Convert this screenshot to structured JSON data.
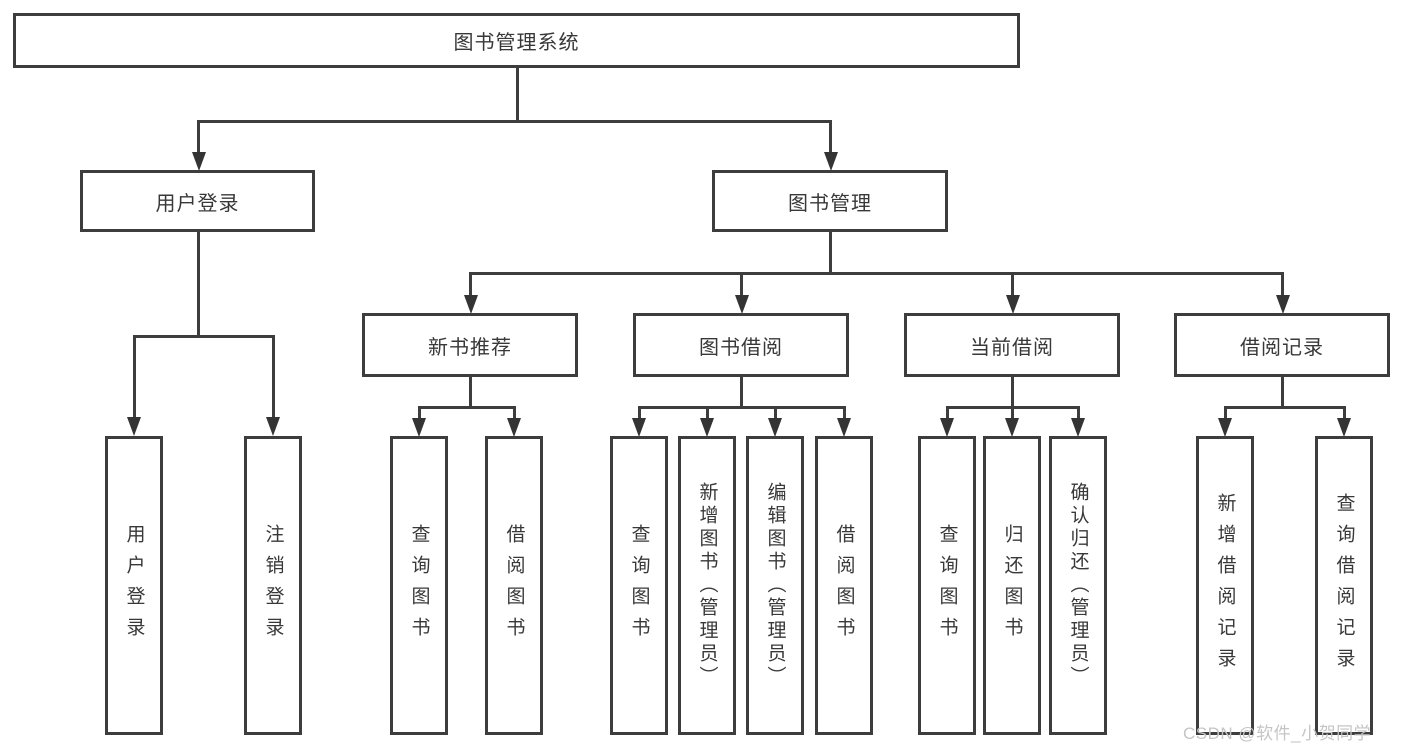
{
  "colors": {
    "line": "#3d3d3d",
    "box_border": "#3d3d3d",
    "text": "#383838",
    "watermark": "#c5c5c5"
  },
  "watermark": {
    "text": "CSDN @软件_小贺同学"
  },
  "tree": {
    "root": {
      "label": "图书管理系统",
      "children": [
        {
          "label": "用户登录",
          "children": [
            {
              "label": "用户登录"
            },
            {
              "label": "注销登录"
            }
          ]
        },
        {
          "label": "图书管理",
          "children": [
            {
              "label": "新书推荐",
              "children": [
                {
                  "label": "查询图书"
                },
                {
                  "label": "借阅图书"
                }
              ]
            },
            {
              "label": "图书借阅",
              "children": [
                {
                  "label": "查询图书"
                },
                {
                  "label": "新增图书（管理员）"
                },
                {
                  "label": "编辑图书（管理员）"
                },
                {
                  "label": "借阅图书"
                }
              ]
            },
            {
              "label": "当前借阅",
              "children": [
                {
                  "label": "查询图书"
                },
                {
                  "label": "归还图书"
                },
                {
                  "label": "确认归还（管理员）"
                }
              ]
            },
            {
              "label": "借阅记录",
              "children": [
                {
                  "label": "新增借阅记录"
                },
                {
                  "label": "查询借阅记录"
                }
              ]
            }
          ]
        }
      ]
    }
  }
}
